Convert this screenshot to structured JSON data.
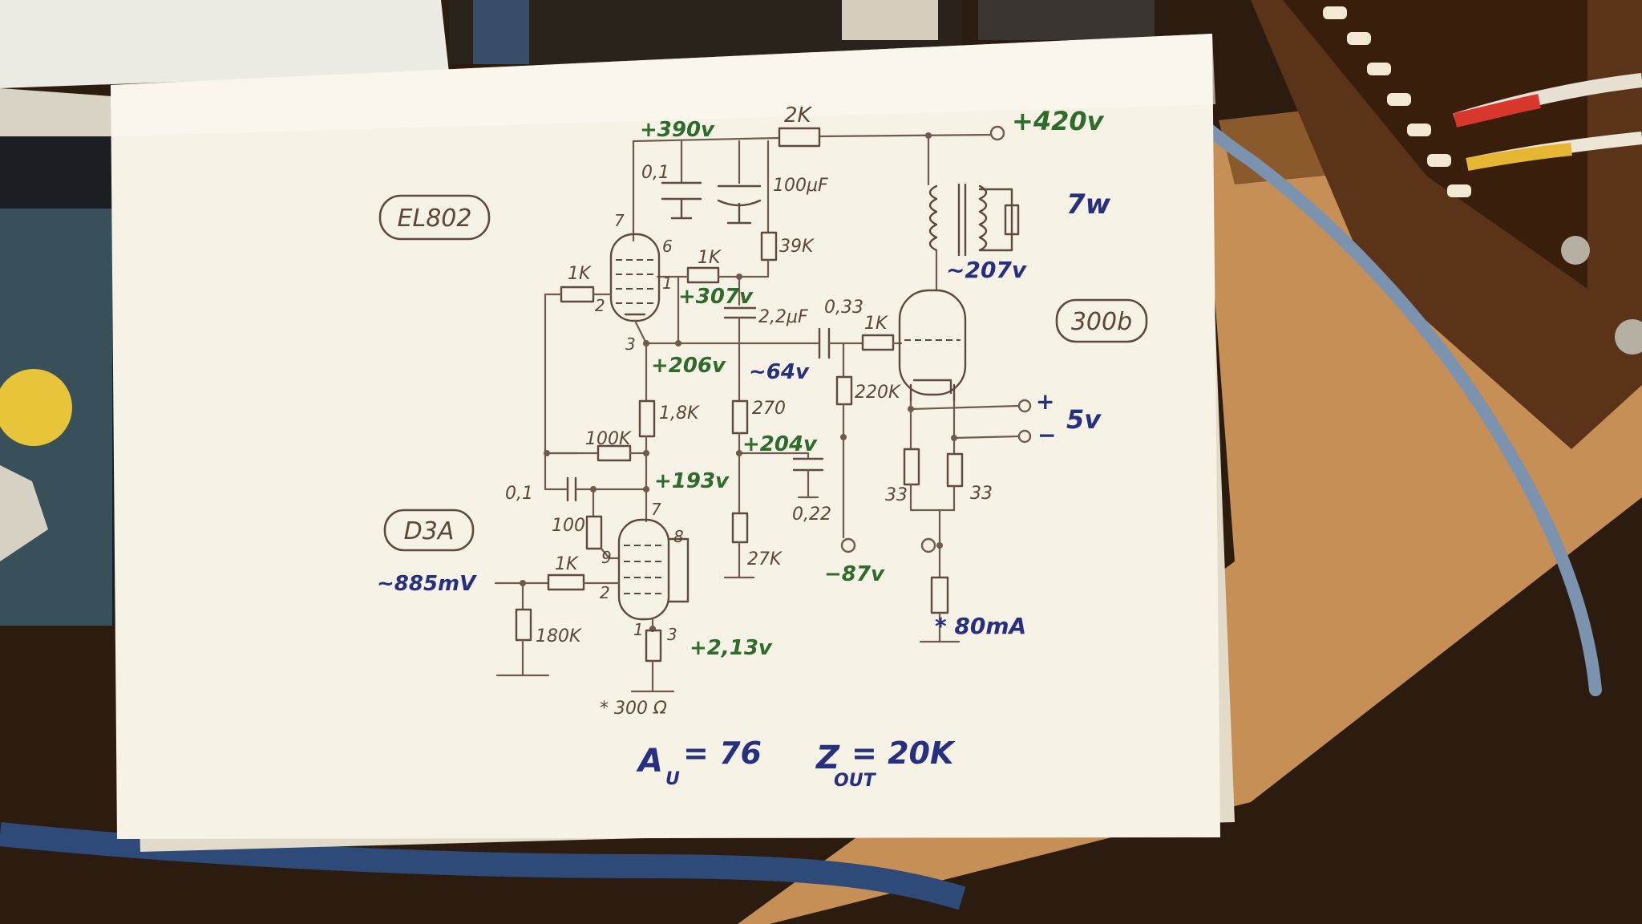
{
  "labels": {
    "tube_driver_name": "EL802",
    "tube_input_name": "D3A",
    "tube_output_name": "300b",
    "v_390": "+390v",
    "v_420": "+420v",
    "r_2k": "2K",
    "c_01": "0,1",
    "c_100uf": "100μF",
    "r_39k": "39K",
    "r_1k_screen": "1K",
    "r_1k_grid_el802": "1K",
    "v_307": "+307v",
    "c_22uf": "2,2μF",
    "c_033": "0,33",
    "r_1k_grid_300b": "1K",
    "v_206": "+206v",
    "v_64": "~64v",
    "r_220k": "220K",
    "r_18k": "1,8K",
    "r_270": "270",
    "r_100k": "100K",
    "v_204": "+204v",
    "c_01_fb": "0,1",
    "v_193": "+193v",
    "c_022": "0,22",
    "r_100": "100",
    "r_27k": "27K",
    "r_1k_input": "1K",
    "v_input": "~885mV",
    "r_180k": "180K",
    "v_213": "+2,13v",
    "r_300": "* 300 Ω",
    "v_neg87": "−87v",
    "out_power": "7w",
    "v_207": "~207v",
    "fil_5v": "5v",
    "fil_plus": "+",
    "fil_minus": "−",
    "r_33a": "33",
    "r_33b": "33",
    "i_80ma": "* 80mA",
    "pin_7a": "7",
    "pin_6": "6",
    "pin_1a": "1",
    "pin_2a": "2",
    "pin_3a": "3",
    "pin_7b": "7",
    "pin_8": "8",
    "pin_9": "9",
    "pin_2b": "2",
    "pin_1b": "1",
    "pin_3b": "3",
    "gain": "A",
    "gain_sub": "U",
    "gain_val": "= 76",
    "zout": "Z",
    "zout_sub": "OUT",
    "zout_val": "= 20K"
  },
  "colors": {
    "paper": "#f7f2e6",
    "ink_pencil": "#5e4a3d",
    "ink_green": "#2f6b2a",
    "ink_blue": "#26307f",
    "desk_wood": "#c48f55",
    "cable_blue": "#7c93b0"
  }
}
